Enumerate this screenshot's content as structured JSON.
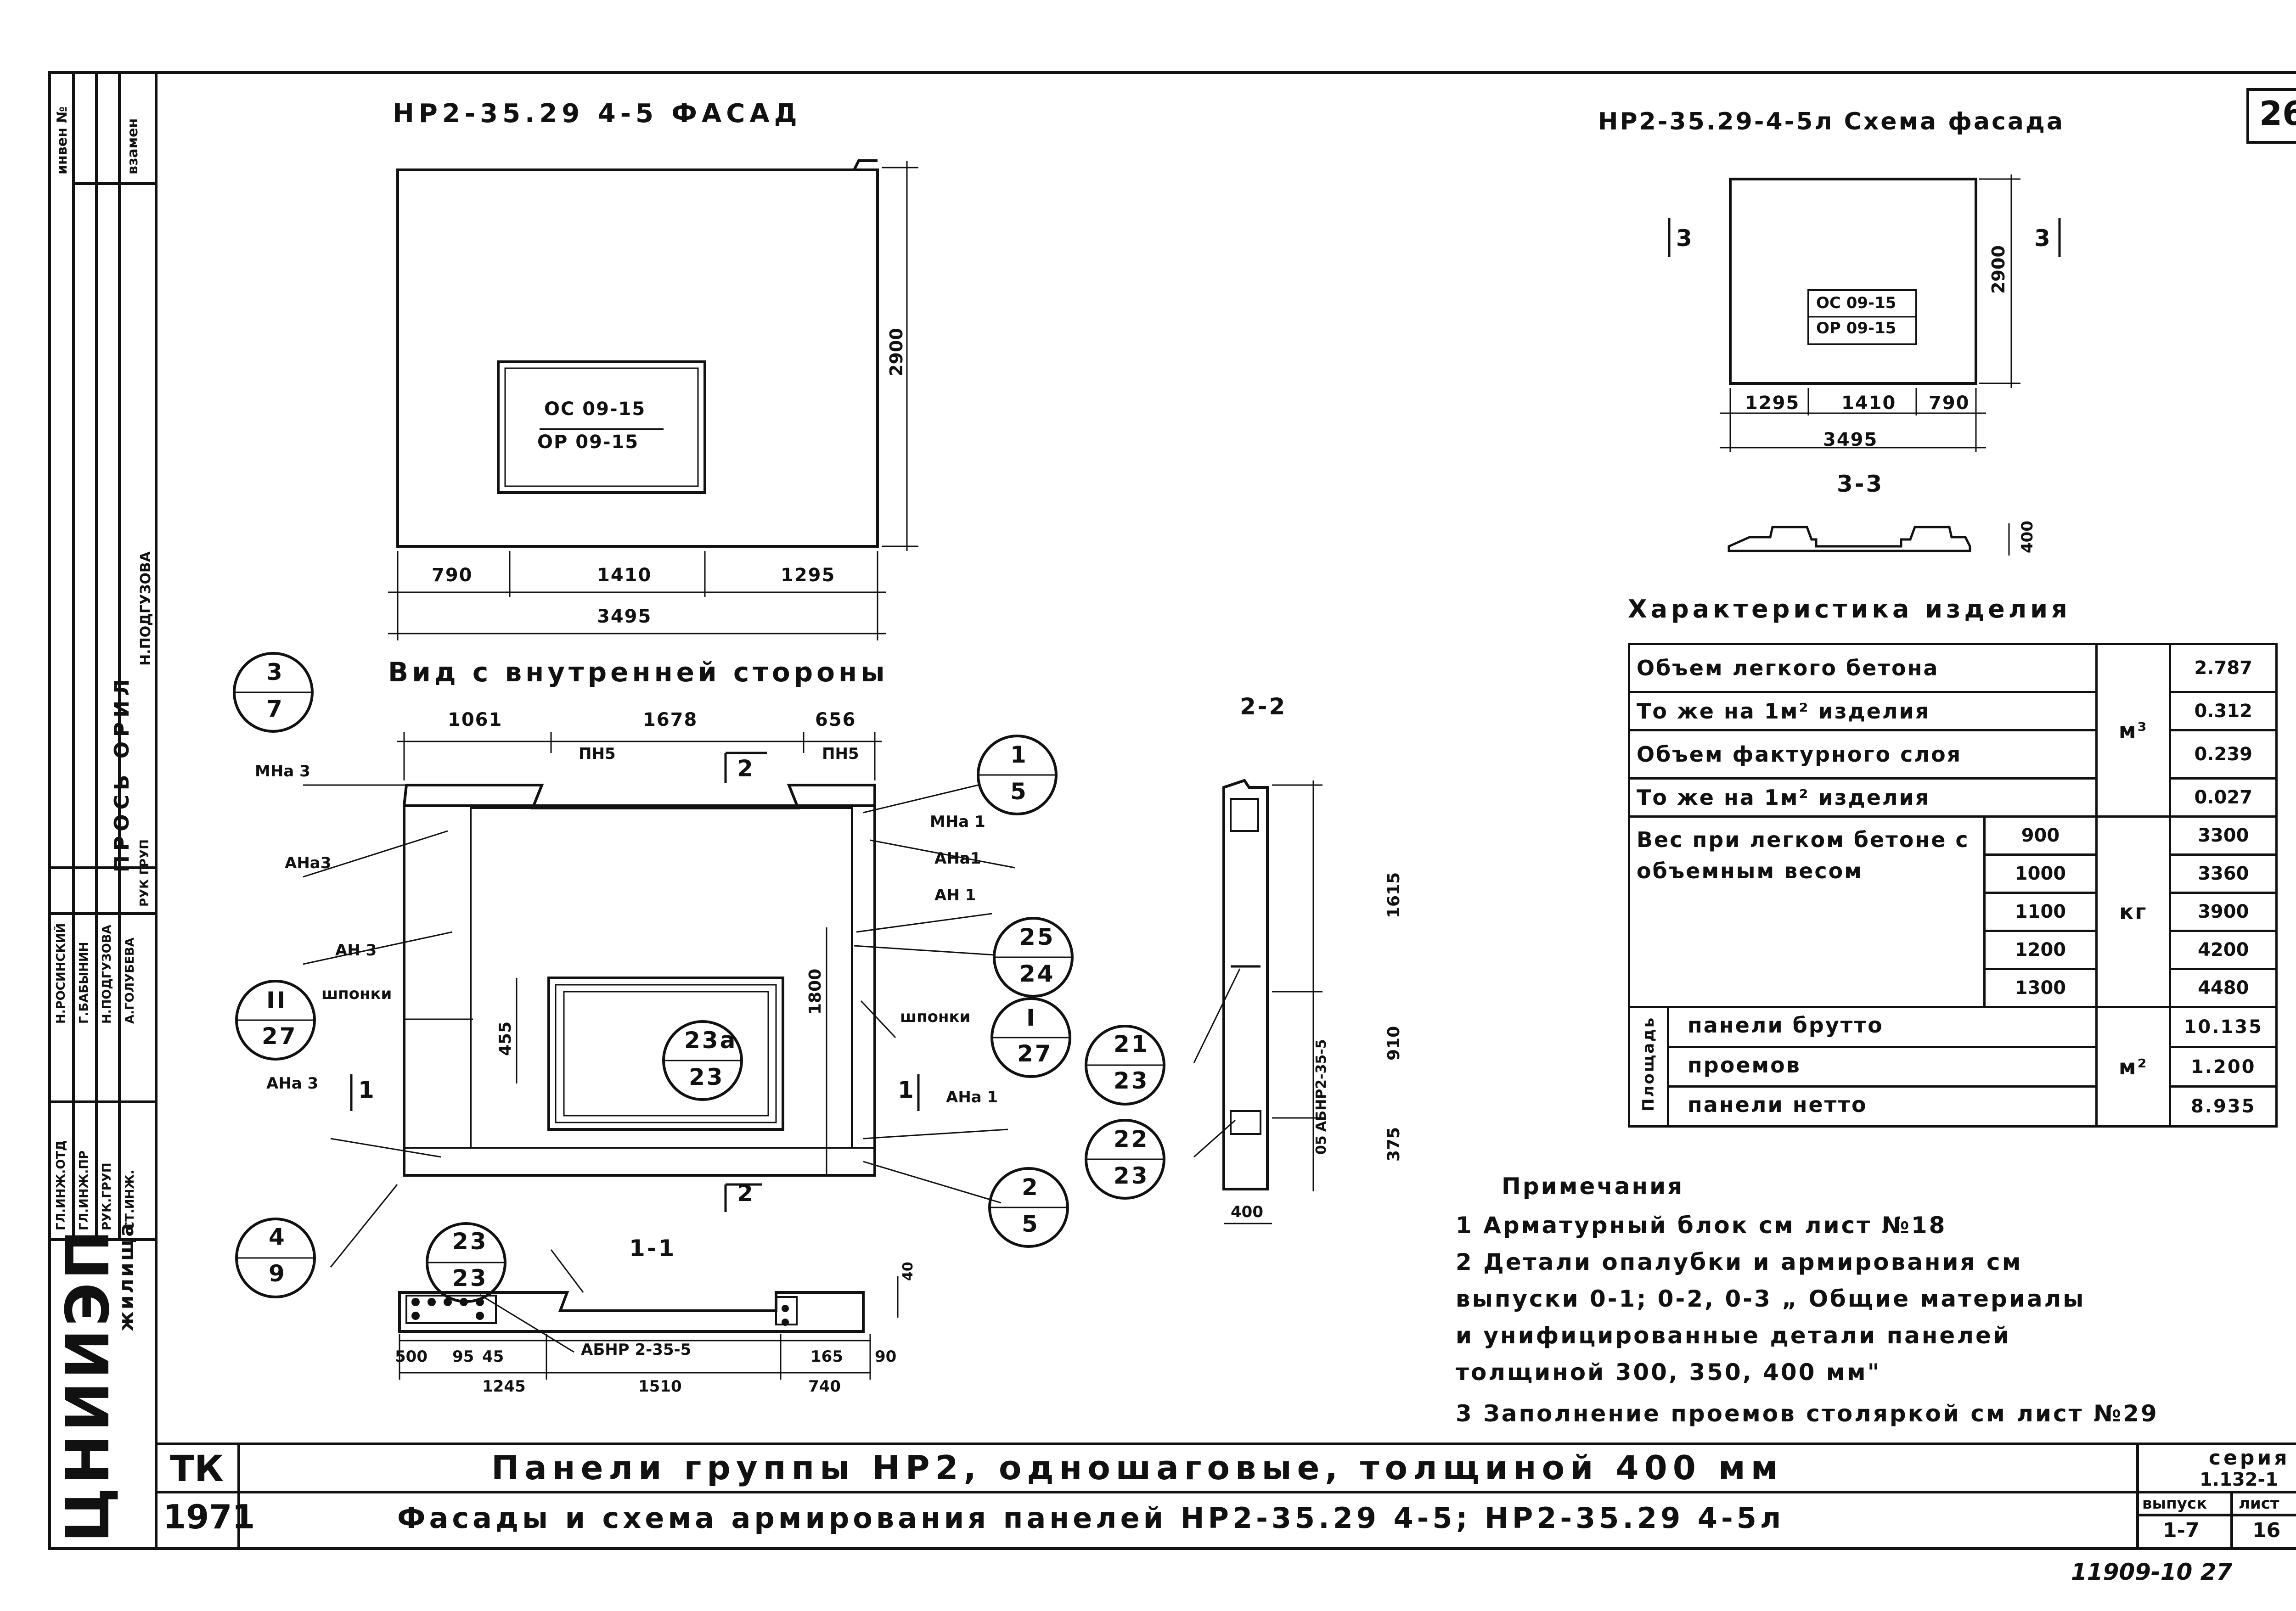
{
  "sheet": {
    "number": "26",
    "series_label": "серия",
    "series": "1.132-1",
    "issue_label": "выпуск",
    "issue": "1-7",
    "sheet_label": "лист",
    "sheet_no": "16",
    "stamp": "11909-10 27"
  },
  "title_block": {
    "tk": "ТК",
    "year": "1971",
    "line1": "Панели группы НР2, одношаговые, толщиной 400 мм",
    "line2": "Фасады и схема армирования панелей НР2-35.29 4-5;  НР2-35.29 4-5л",
    "org_logo": "ЦНИИЭП",
    "org_tail": "жилища"
  },
  "left_strip": {
    "inv": "инвен №",
    "vzamen": "взамен",
    "prosch": "ПРОСЬ ОРИЛ",
    "podguz_top": "Н.ПОДГУЗОВА",
    "roles": [
      "ГЛ.ИНЖ.ОТД",
      "ГЛ.ИНЖ.ПР",
      "РУК.ГРУП",
      "СТ.ИНЖ."
    ],
    "names": [
      "Н.РОСИНСКИЙ",
      "Г.БАБЫНИН",
      "Н.ПОДГУЗОВА",
      "А.ГОЛУБЕВА"
    ],
    "ruk_grup": "РУК ГРУП"
  },
  "facade": {
    "title": "НР2-35.29 4-5  ФАСАД",
    "window_top": "ОС 09-15",
    "window_bottom": "ОР 09-15",
    "height": "2900",
    "dims": [
      "790",
      "1410",
      "1295"
    ],
    "total": "3495"
  },
  "scheme": {
    "title": "НР2-35.29-4-5л Схема фасада",
    "window_top": "ОС 09-15",
    "window_bottom": "ОР 09-15",
    "height": "2900",
    "dims": [
      "1295",
      "1410",
      "790"
    ],
    "total": "3495",
    "cut_left": "3",
    "cut_right": "3",
    "section": "3-3",
    "sec_h": "400"
  },
  "inner": {
    "title": "Вид с внутренней стороны",
    "dims": [
      "1061",
      "1678",
      "656"
    ],
    "pn_left": "ПН5",
    "pn_right": "ПН5",
    "h1": "455",
    "h2": "1800",
    "labels": {
      "mna3": "МНа 3",
      "ana3": "АНа3",
      "an3": "АН 3",
      "shponki_l": "шпонки",
      "ana3b": "АНа 3",
      "mna1": "МНа 1",
      "ana1": "АНа1",
      "an1": "АН 1",
      "shponki_r": "шпонки",
      "ana1b": "АНа 1"
    },
    "cut2": "2",
    "cut1": "1",
    "callouts": [
      {
        "top": "3",
        "bottom": "7"
      },
      {
        "top": "II",
        "bottom": "27"
      },
      {
        "top": "4",
        "bottom": "9"
      },
      {
        "top": "1",
        "bottom": "5"
      },
      {
        "top": "25",
        "bottom": "24"
      },
      {
        "top": "I",
        "bottom": "27"
      },
      {
        "top": "2",
        "bottom": "5"
      },
      {
        "top": "23а",
        "bottom": "23"
      }
    ]
  },
  "section11": {
    "title": "1-1",
    "callout_top": "23",
    "callout_bottom": "23",
    "block": "АБНР 2-35-5",
    "dims_top": [
      "500",
      "95",
      "45"
    ],
    "dim_left": "1245",
    "dim_mid": "1510",
    "dim_r1": "165",
    "dim_r2": "740",
    "dim_r3": "90",
    "h": "40"
  },
  "section22": {
    "title": "2-2",
    "h1": "1615",
    "h2": "910",
    "h3": "375",
    "h4": "05",
    "block": "АБНР2-35-5",
    "w": "400",
    "callouts": [
      {
        "top": "21",
        "bottom": "23"
      },
      {
        "top": "22",
        "bottom": "23"
      }
    ]
  },
  "characteristics": {
    "title": "Характеристика изделия",
    "rows": [
      {
        "label": "Объем легкого бетона",
        "value": "2.787"
      },
      {
        "label": "То же на 1м² изделия",
        "value": "0.312"
      },
      {
        "label": "Объем фактурного слоя",
        "value": "0.239"
      },
      {
        "label": "То же на 1м² изделия",
        "value": "0.027"
      }
    ],
    "unit_m3": "м³",
    "weight_label": "Вес при легком бетоне с объемным весом",
    "weight_unit": "кг",
    "weights": [
      {
        "density": "900",
        "value": "3300"
      },
      {
        "density": "1000",
        "value": "3360"
      },
      {
        "density": "1100",
        "value": "3900"
      },
      {
        "density": "1200",
        "value": "4200"
      },
      {
        "density": "1300",
        "value": "4480"
      }
    ],
    "area_label": "Площадь",
    "area_unit": "м²",
    "areas": [
      {
        "label": "панели брутто",
        "value": "10.135"
      },
      {
        "label": "проемов",
        "value": "1.200"
      },
      {
        "label": "панели нетто",
        "value": "8.935"
      }
    ]
  },
  "notes": {
    "title": "Примечания",
    "items": [
      "1  Арматурный блок см лист №18",
      "2  Детали опалубки и армирования см",
      "    выпуски 0-1; 0-2, 0-3 „ Общие материалы",
      "    и унифицированные детали панелей",
      "    толщиной 300, 350, 400 мм\"",
      "3  Заполнение проемов столяркой см лист №29"
    ]
  }
}
